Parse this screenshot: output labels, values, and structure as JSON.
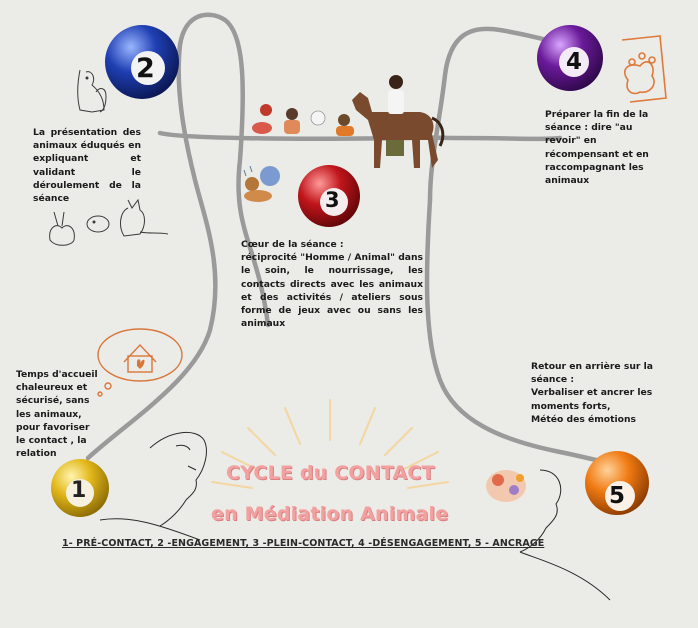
{
  "stations": [
    {
      "number": "1",
      "color": "#e2b71a",
      "text": "Temps d'accueil chaleureux et sécurisé, sans les animaux, pour favoriser le contact , la relation"
    },
    {
      "number": "2",
      "color": "#1f3fb3",
      "text": "La présentation des animaux éduqués en expliquant et validant le déroulement de la séance"
    },
    {
      "number": "3",
      "color": "#c0161b",
      "text_lines": [
        "Cœur de la séance :",
        "réciprocité \"Homme / Animal\" dans le soin, le nourrissage, les contacts directs avec les animaux et des activités / ateliers sous forme de jeux avec ou sans les animaux"
      ]
    },
    {
      "number": "4",
      "color": "#6a1a9a",
      "text": "Préparer la fin de la séance : dire \"au revoir\" en récompensant et en raccompagnant les animaux"
    },
    {
      "number": "5",
      "color": "#f07a12",
      "text_lines": [
        "Retour en arrière sur la séance :",
        "Verbaliser et ancrer les moments forts,",
        "Météo des émotions"
      ]
    }
  ],
  "title": {
    "line1": "CYCLE du CONTACT",
    "line2": "en Médiation Animale"
  },
  "stages_text": "1- PRÉ-CONTACT, 2 -ENGAGEMENT, 3 -PLEIN-CONTACT, 4 -DÉSENGAGEMENT, 5 - ANCRAGE",
  "colors": {
    "background": "#ebebe8",
    "path": "#9a9a9a",
    "title": "#f2a0a0",
    "accent_line": "#d9773a"
  },
  "icons": [
    "house-heart-icon",
    "dog-cat-icon",
    "rabbit-guinea-pig-cat-icon",
    "people-with-animals-icon",
    "horse-icon",
    "handshake-paw-icon",
    "woman-dog-icon",
    "thinking-face-icon",
    "woman-face-icon",
    "sunburst-icon"
  ]
}
